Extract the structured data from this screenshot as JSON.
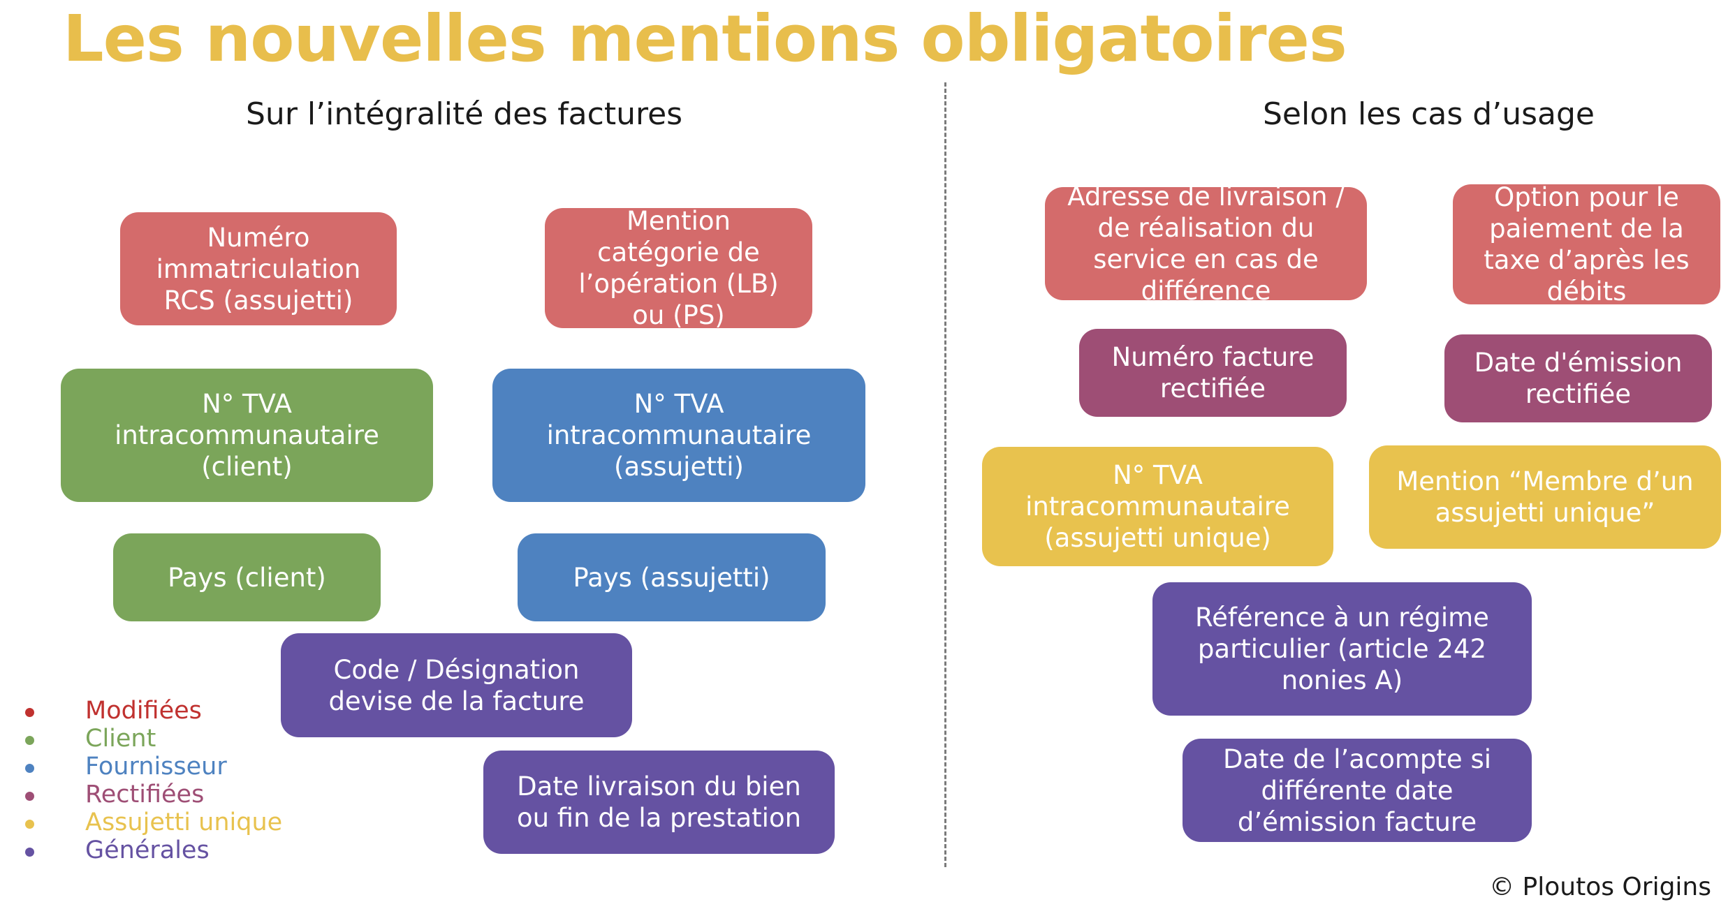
{
  "title": "Les nouvelles mentions obligatoires",
  "left_heading": "Sur l’intégralité des factures",
  "right_heading": "Selon les cas d’usage",
  "colors": {
    "title": "#E8BE4C",
    "modifiees": "#D46B6B",
    "client": "#7BA55A",
    "fournisseur": "#4E82C0",
    "rectifiees": "#9E4E75",
    "assujetti_unique": "#E8C24E",
    "generales": "#6552A2"
  },
  "boxes": {
    "rcs": [
      "Numéro",
      "immatriculation",
      "RCS  (assujetti)"
    ],
    "categorie": [
      "Mention",
      "catégorie de",
      "l’opération (LB)",
      "ou (PS)"
    ],
    "tva_client": [
      "N° TVA",
      "intracommunautaire",
      "(client)"
    ],
    "tva_assujetti": [
      "N° TVA",
      "intracommunautaire",
      "(assujetti)"
    ],
    "pays_client": [
      "Pays (client)"
    ],
    "pays_assujetti": [
      "Pays (assujetti)"
    ],
    "devise": [
      "Code / Désignation",
      "devise de la facture"
    ],
    "date_livraison": [
      "Date livraison du bien",
      "ou fin de la prestation"
    ],
    "adresse": [
      "Adresse de livraison /",
      "de réalisation du",
      "service en cas de",
      "différence"
    ],
    "option_paiement": [
      "Option pour le",
      "paiement de la",
      "taxe d’après les",
      "débits"
    ],
    "numero_rectifiee": [
      "Numéro facture",
      "rectifiée"
    ],
    "date_rectifiee": [
      "Date d'émission",
      "rectifiée"
    ],
    "tva_unique": [
      "N° TVA",
      "intracommunautaire",
      "(assujetti unique)"
    ],
    "membre_unique": [
      "Mention “Membre d’un",
      "assujetti unique”"
    ],
    "regime": [
      "Référence à un régime",
      "particulier (article 242",
      "nonies A)"
    ],
    "acompte": [
      "Date de l’acompte si",
      "différente date",
      "d’émission facture"
    ]
  },
  "legend": [
    {
      "label": "Modifiées",
      "color": "#C0312F"
    },
    {
      "label": "Client",
      "color": "#7BA55A"
    },
    {
      "label": "Fournisseur",
      "color": "#4E82C0"
    },
    {
      "label": "Rectifiées",
      "color": "#9E4E75"
    },
    {
      "label": "Assujetti unique",
      "color": "#E8C24E"
    },
    {
      "label": "Générales",
      "color": "#6552A2"
    }
  ],
  "copyright": "© Ploutos Origins"
}
